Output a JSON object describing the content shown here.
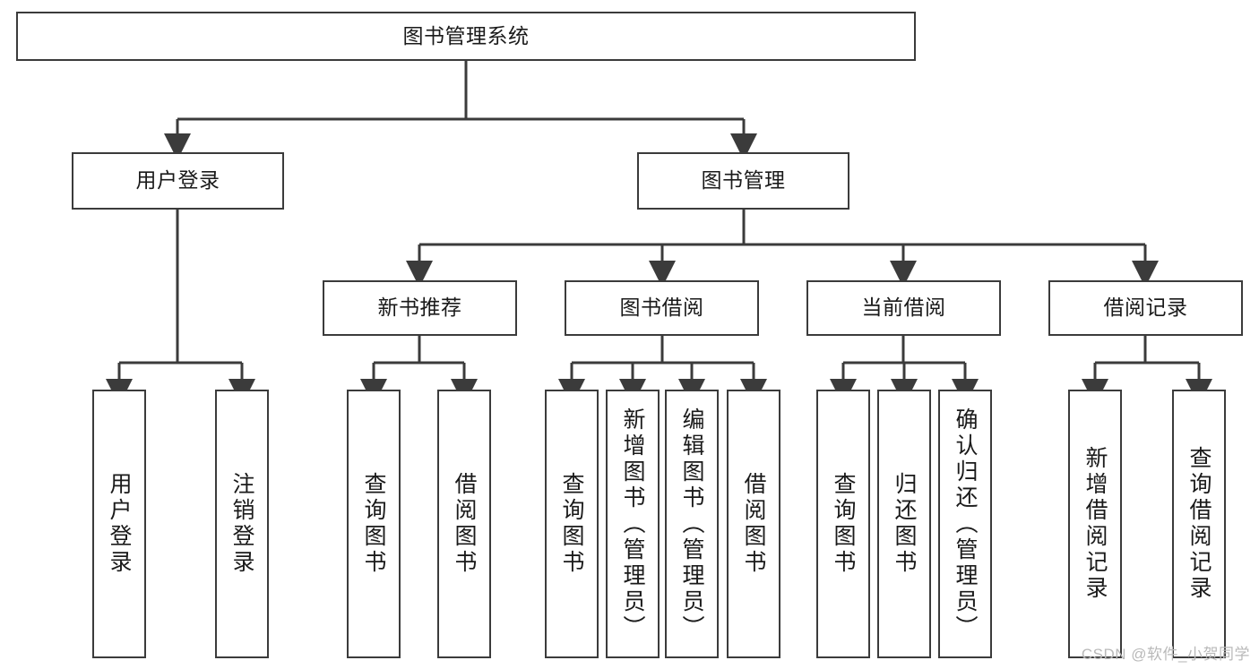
{
  "diagram": {
    "title": "图书管理系统",
    "type": "tree-hierarchy",
    "root": {
      "id": "root",
      "label": "图书管理系统"
    },
    "level2": [
      {
        "id": "user-login",
        "label": "用户登录"
      },
      {
        "id": "book-manage",
        "label": "图书管理"
      }
    ],
    "level3": [
      {
        "id": "new-book-rec",
        "label": "新书推荐",
        "parent": "book-manage"
      },
      {
        "id": "book-borrow",
        "label": "图书借阅",
        "parent": "book-manage"
      },
      {
        "id": "current-borrow",
        "label": "当前借阅",
        "parent": "book-manage"
      },
      {
        "id": "borrow-record",
        "label": "借阅记录",
        "parent": "book-manage"
      }
    ],
    "leaves": [
      {
        "id": "leaf-user-login",
        "label": "用户登录",
        "parent": "user-login"
      },
      {
        "id": "leaf-logout",
        "label": "注销登录",
        "parent": "user-login"
      },
      {
        "id": "leaf-query-book-1",
        "label": "查询图书",
        "parent": "new-book-rec"
      },
      {
        "id": "leaf-borrow-book-1",
        "label": "借阅图书",
        "parent": "new-book-rec"
      },
      {
        "id": "leaf-query-book-2",
        "label": "查询图书",
        "parent": "book-borrow"
      },
      {
        "id": "leaf-add-book",
        "label": "新增图书（管理员）",
        "parent": "book-borrow"
      },
      {
        "id": "leaf-edit-book",
        "label": "编辑图书（管理员）",
        "parent": "book-borrow"
      },
      {
        "id": "leaf-borrow-book-2",
        "label": "借阅图书",
        "parent": "book-borrow"
      },
      {
        "id": "leaf-query-book-3",
        "label": "查询图书",
        "parent": "current-borrow"
      },
      {
        "id": "leaf-return-book",
        "label": "归还图书",
        "parent": "current-borrow"
      },
      {
        "id": "leaf-confirm-return",
        "label": "确认归还（管理员）",
        "parent": "current-borrow"
      },
      {
        "id": "leaf-add-record",
        "label": "新增借阅记录",
        "parent": "borrow-record"
      },
      {
        "id": "leaf-query-record",
        "label": "查询借阅记录",
        "parent": "borrow-record"
      }
    ],
    "watermark": "CSDN @软件_小贺同学",
    "colors": {
      "stroke": "#3b3b3b",
      "fill": "#ffffff",
      "text": "#1a1a1a",
      "watermark": "#b9b9b9"
    }
  }
}
